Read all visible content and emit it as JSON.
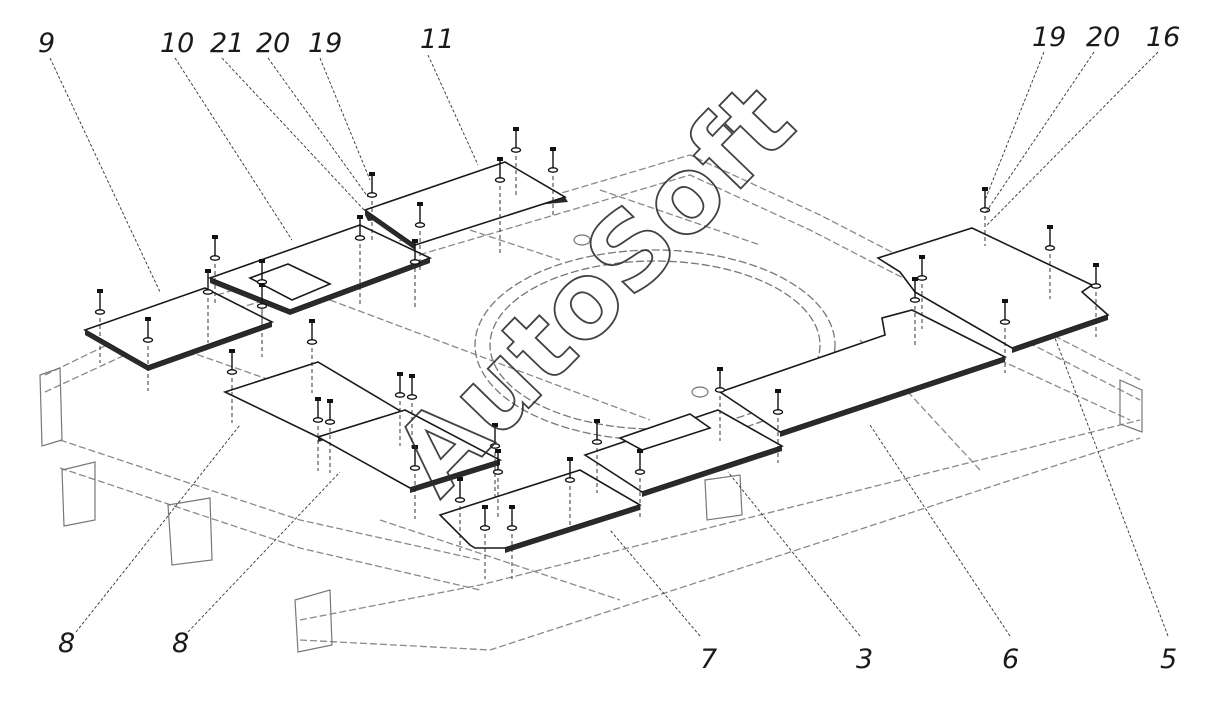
{
  "callouts": [
    {
      "id": "c9",
      "text": "9"
    },
    {
      "id": "c10",
      "text": "10"
    },
    {
      "id": "c21",
      "text": "21"
    },
    {
      "id": "c20a",
      "text": "20"
    },
    {
      "id": "c19a",
      "text": "19"
    },
    {
      "id": "c11",
      "text": "11"
    },
    {
      "id": "c19b",
      "text": "19"
    },
    {
      "id": "c20b",
      "text": "20"
    },
    {
      "id": "c16",
      "text": "16"
    },
    {
      "id": "c8a",
      "text": "8"
    },
    {
      "id": "c8b",
      "text": "8"
    },
    {
      "id": "c7",
      "text": "7"
    },
    {
      "id": "c3",
      "text": "3"
    },
    {
      "id": "c6",
      "text": "6"
    },
    {
      "id": "c5",
      "text": "5"
    }
  ],
  "watermark": {
    "text": "AutoSoft"
  },
  "colors": {
    "line": "#1a1a1a",
    "frame": "#8a8a8a",
    "background": "#ffffff"
  }
}
